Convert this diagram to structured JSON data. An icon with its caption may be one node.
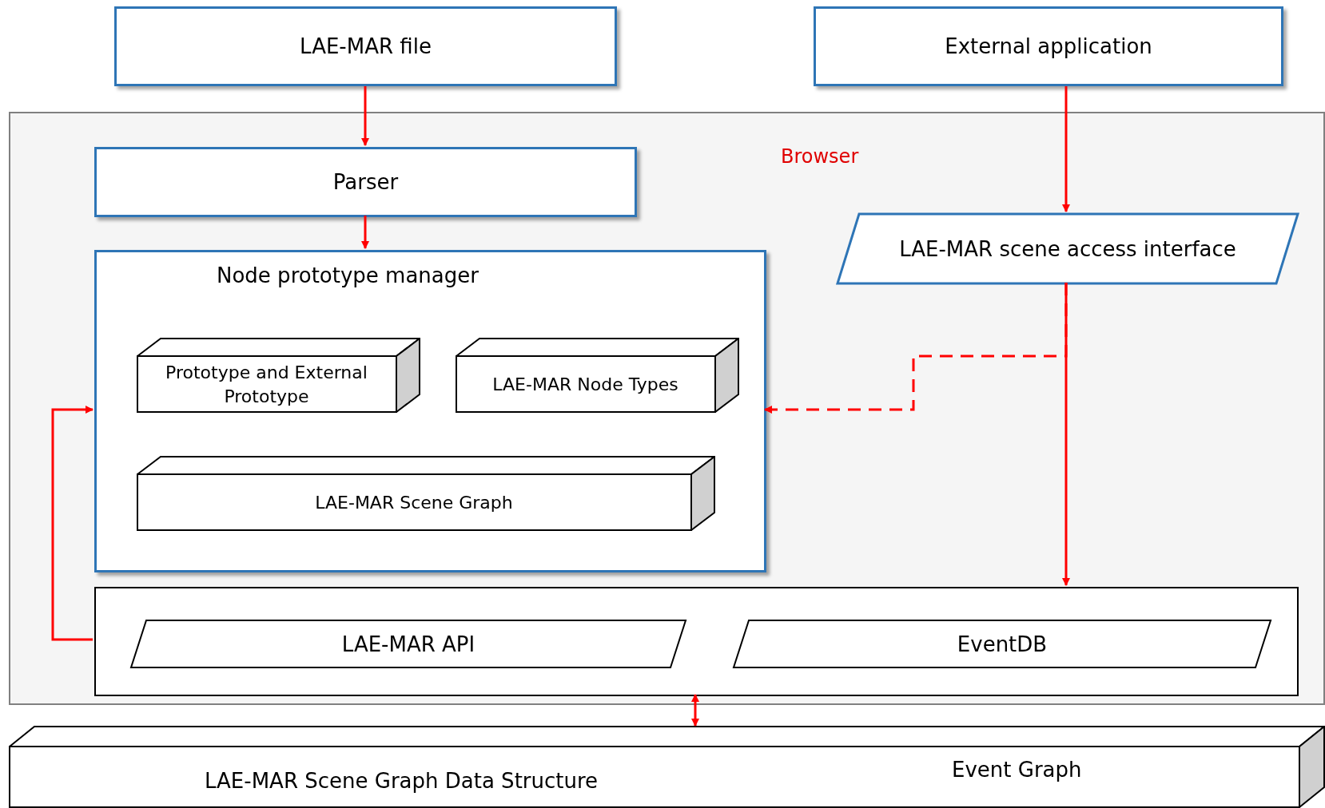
{
  "diagram": {
    "nodes": [
      {
        "text": [
          "LAE-MAR file"
        ]
      },
      {
        "text": [
          "External application"
        ]
      },
      {
        "text": [
          "Browser"
        ]
      },
      {
        "text": [
          "Parser"
        ],
        "in": 2
      },
      {
        "text": [
          "LAE-MAR scene access interface"
        ],
        "in": 2
      },
      {
        "text": [
          "Node prototype manager"
        ],
        "in": 2
      },
      {
        "text": [
          "Prototype and External Prototype"
        ],
        "in": 5
      },
      {
        "text": [
          "LAE-MAR Node Types"
        ],
        "in": 5
      },
      {
        "text": [
          "LAE-MAR Scene Graph"
        ],
        "in": 5
      },
      {
        "text": [],
        "shape": "box",
        "in": 2
      },
      {
        "text": [
          "LAE-MAR API"
        ],
        "in": 9
      },
      {
        "text": [
          "EventDB"
        ],
        "in": 9
      },
      {
        "text": [
          "LAE-MAR Scene Graph Data Structure",
          "Event Graph"
        ]
      }
    ],
    "edges": [
      {
        "from": 0,
        "to": 3,
        "arrow": "to"
      },
      {
        "from": 3,
        "to": 5,
        "arrow": "to"
      },
      {
        "from": 1,
        "to": 4,
        "arrow": "to"
      },
      {
        "from": 4,
        "to": 9,
        "arrow": "to"
      },
      {
        "from": 4,
        "to": 5,
        "arrow": "to",
        "style": "dashed"
      },
      {
        "from": 9,
        "to": 5,
        "arrow": "to"
      },
      {
        "from": 9,
        "to": 12,
        "arrow": "both"
      }
    ]
  }
}
